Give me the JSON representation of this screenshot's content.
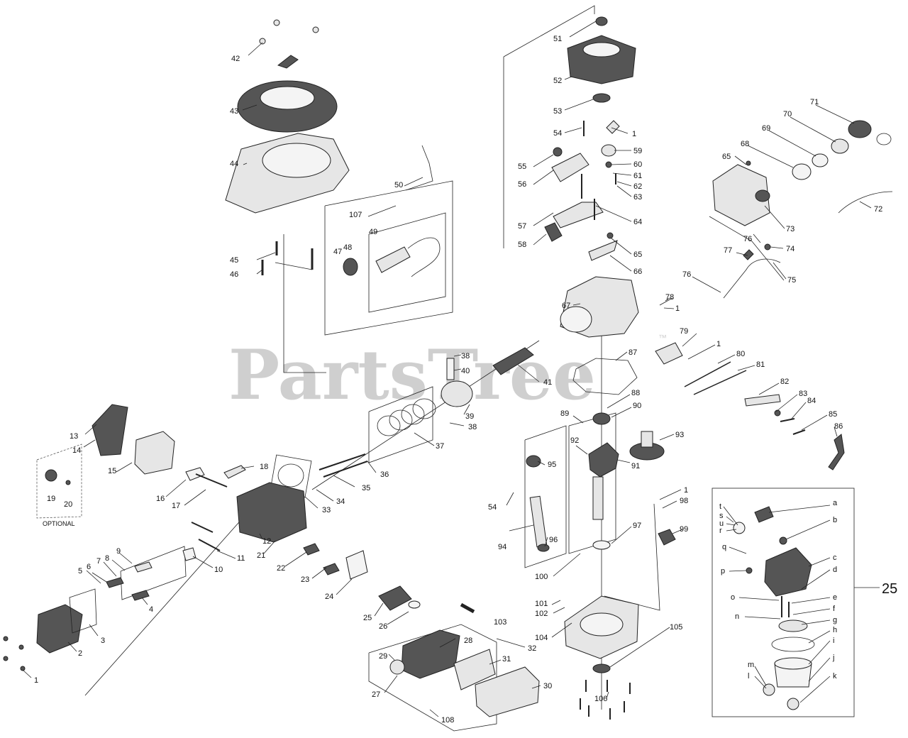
{
  "watermark": {
    "text": "PartsTree",
    "trademark": "™"
  },
  "optional_label": "OPTIONAL",
  "callouts": [
    {
      "id": "c42",
      "label": "42"
    },
    {
      "id": "c43",
      "label": "43"
    },
    {
      "id": "c44",
      "label": "44"
    },
    {
      "id": "c45",
      "label": "45"
    },
    {
      "id": "c46",
      "label": "46"
    },
    {
      "id": "c47",
      "label": "47"
    },
    {
      "id": "c48",
      "label": "48"
    },
    {
      "id": "c49",
      "label": "49"
    },
    {
      "id": "c50",
      "label": "50"
    },
    {
      "id": "c107",
      "label": "107"
    },
    {
      "id": "c51",
      "label": "51"
    },
    {
      "id": "c52",
      "label": "52"
    },
    {
      "id": "c53",
      "label": "53"
    },
    {
      "id": "c54a",
      "label": "54"
    },
    {
      "id": "c55",
      "label": "55"
    },
    {
      "id": "c56",
      "label": "56"
    },
    {
      "id": "c57",
      "label": "57"
    },
    {
      "id": "c58",
      "label": "58"
    },
    {
      "id": "c1a",
      "label": "1"
    },
    {
      "id": "c59",
      "label": "59"
    },
    {
      "id": "c60",
      "label": "60"
    },
    {
      "id": "c61",
      "label": "61"
    },
    {
      "id": "c62",
      "label": "62"
    },
    {
      "id": "c63",
      "label": "63"
    },
    {
      "id": "c64",
      "label": "64"
    },
    {
      "id": "c65a",
      "label": "65"
    },
    {
      "id": "c66",
      "label": "66"
    },
    {
      "id": "c67",
      "label": "67"
    },
    {
      "id": "c65b",
      "label": "65"
    },
    {
      "id": "c68",
      "label": "68"
    },
    {
      "id": "c69",
      "label": "69"
    },
    {
      "id": "c70",
      "label": "70"
    },
    {
      "id": "c71",
      "label": "71"
    },
    {
      "id": "c72",
      "label": "72"
    },
    {
      "id": "c73",
      "label": "73"
    },
    {
      "id": "c74",
      "label": "74"
    },
    {
      "id": "c75",
      "label": "75"
    },
    {
      "id": "c76a",
      "label": "76"
    },
    {
      "id": "c76b",
      "label": "76"
    },
    {
      "id": "c77",
      "label": "77"
    },
    {
      "id": "c78",
      "label": "78"
    },
    {
      "id": "c1b",
      "label": "1"
    },
    {
      "id": "c79",
      "label": "79"
    },
    {
      "id": "c1c",
      "label": "1"
    },
    {
      "id": "c80",
      "label": "80"
    },
    {
      "id": "c81",
      "label": "81"
    },
    {
      "id": "c82",
      "label": "82"
    },
    {
      "id": "c83",
      "label": "83"
    },
    {
      "id": "c84",
      "label": "84"
    },
    {
      "id": "c85",
      "label": "85"
    },
    {
      "id": "c86",
      "label": "86"
    },
    {
      "id": "c87",
      "label": "87"
    },
    {
      "id": "c88",
      "label": "88"
    },
    {
      "id": "c89",
      "label": "89"
    },
    {
      "id": "c90",
      "label": "90"
    },
    {
      "id": "c91",
      "label": "91"
    },
    {
      "id": "c92",
      "label": "92"
    },
    {
      "id": "c93",
      "label": "93"
    },
    {
      "id": "c94",
      "label": "94"
    },
    {
      "id": "c95",
      "label": "95"
    },
    {
      "id": "c96",
      "label": "96"
    },
    {
      "id": "c54b",
      "label": "54"
    },
    {
      "id": "c97",
      "label": "97"
    },
    {
      "id": "c98",
      "label": "98"
    },
    {
      "id": "c1d",
      "label": "1"
    },
    {
      "id": "c99",
      "label": "99"
    },
    {
      "id": "c100",
      "label": "100"
    },
    {
      "id": "c101",
      "label": "101"
    },
    {
      "id": "c102",
      "label": "102"
    },
    {
      "id": "c103",
      "label": "103"
    },
    {
      "id": "c104",
      "label": "104"
    },
    {
      "id": "c105",
      "label": "105"
    },
    {
      "id": "c106",
      "label": "106"
    },
    {
      "id": "c38a",
      "label": "38"
    },
    {
      "id": "c40",
      "label": "40"
    },
    {
      "id": "c41",
      "label": "41"
    },
    {
      "id": "c39",
      "label": "39"
    },
    {
      "id": "c38b",
      "label": "38"
    },
    {
      "id": "c37",
      "label": "37"
    },
    {
      "id": "c36",
      "label": "36"
    },
    {
      "id": "c35",
      "label": "35"
    },
    {
      "id": "c34",
      "label": "34"
    },
    {
      "id": "c33",
      "label": "33"
    },
    {
      "id": "c13",
      "label": "13"
    },
    {
      "id": "c14",
      "label": "14"
    },
    {
      "id": "c15",
      "label": "15"
    },
    {
      "id": "c16",
      "label": "16"
    },
    {
      "id": "c17",
      "label": "17"
    },
    {
      "id": "c18",
      "label": "18"
    },
    {
      "id": "c19",
      "label": "19"
    },
    {
      "id": "c20",
      "label": "20"
    },
    {
      "id": "c12",
      "label": "12"
    },
    {
      "id": "c21",
      "label": "21"
    },
    {
      "id": "c11",
      "label": "11"
    },
    {
      "id": "c10",
      "label": "10"
    },
    {
      "id": "c9",
      "label": "9"
    },
    {
      "id": "c8",
      "label": "8"
    },
    {
      "id": "c7",
      "label": "7"
    },
    {
      "id": "c6",
      "label": "6"
    },
    {
      "id": "c5",
      "label": "5"
    },
    {
      "id": "c4",
      "label": "4"
    },
    {
      "id": "c3",
      "label": "3"
    },
    {
      "id": "c2",
      "label": "2"
    },
    {
      "id": "c1e",
      "label": "1"
    },
    {
      "id": "c22",
      "label": "22"
    },
    {
      "id": "c23",
      "label": "23"
    },
    {
      "id": "c24",
      "label": "24"
    },
    {
      "id": "c25l",
      "label": "25"
    },
    {
      "id": "c26",
      "label": "26"
    },
    {
      "id": "c28",
      "label": "28"
    },
    {
      "id": "c32",
      "label": "32"
    },
    {
      "id": "c29",
      "label": "29"
    },
    {
      "id": "c31",
      "label": "31"
    },
    {
      "id": "c27",
      "label": "27"
    },
    {
      "id": "c30",
      "label": "30"
    },
    {
      "id": "c108",
      "label": "108"
    },
    {
      "id": "ca",
      "label": "a"
    },
    {
      "id": "cb",
      "label": "b"
    },
    {
      "id": "cc",
      "label": "c"
    },
    {
      "id": "cd",
      "label": "d"
    },
    {
      "id": "ce",
      "label": "e"
    },
    {
      "id": "cf",
      "label": "f"
    },
    {
      "id": "cg",
      "label": "g"
    },
    {
      "id": "ch",
      "label": "h"
    },
    {
      "id": "ci",
      "label": "i"
    },
    {
      "id": "cj",
      "label": "j"
    },
    {
      "id": "ck",
      "label": "k"
    },
    {
      "id": "cl",
      "label": "l"
    },
    {
      "id": "cm",
      "label": "m"
    },
    {
      "id": "cn",
      "label": "n"
    },
    {
      "id": "co",
      "label": "o"
    },
    {
      "id": "cp",
      "label": "p"
    },
    {
      "id": "cq",
      "label": "q"
    },
    {
      "id": "cr",
      "label": "r"
    },
    {
      "id": "cs",
      "label": "s"
    },
    {
      "id": "ct",
      "label": "t"
    },
    {
      "id": "cu",
      "label": "u"
    },
    {
      "id": "c25",
      "label": "25"
    }
  ]
}
